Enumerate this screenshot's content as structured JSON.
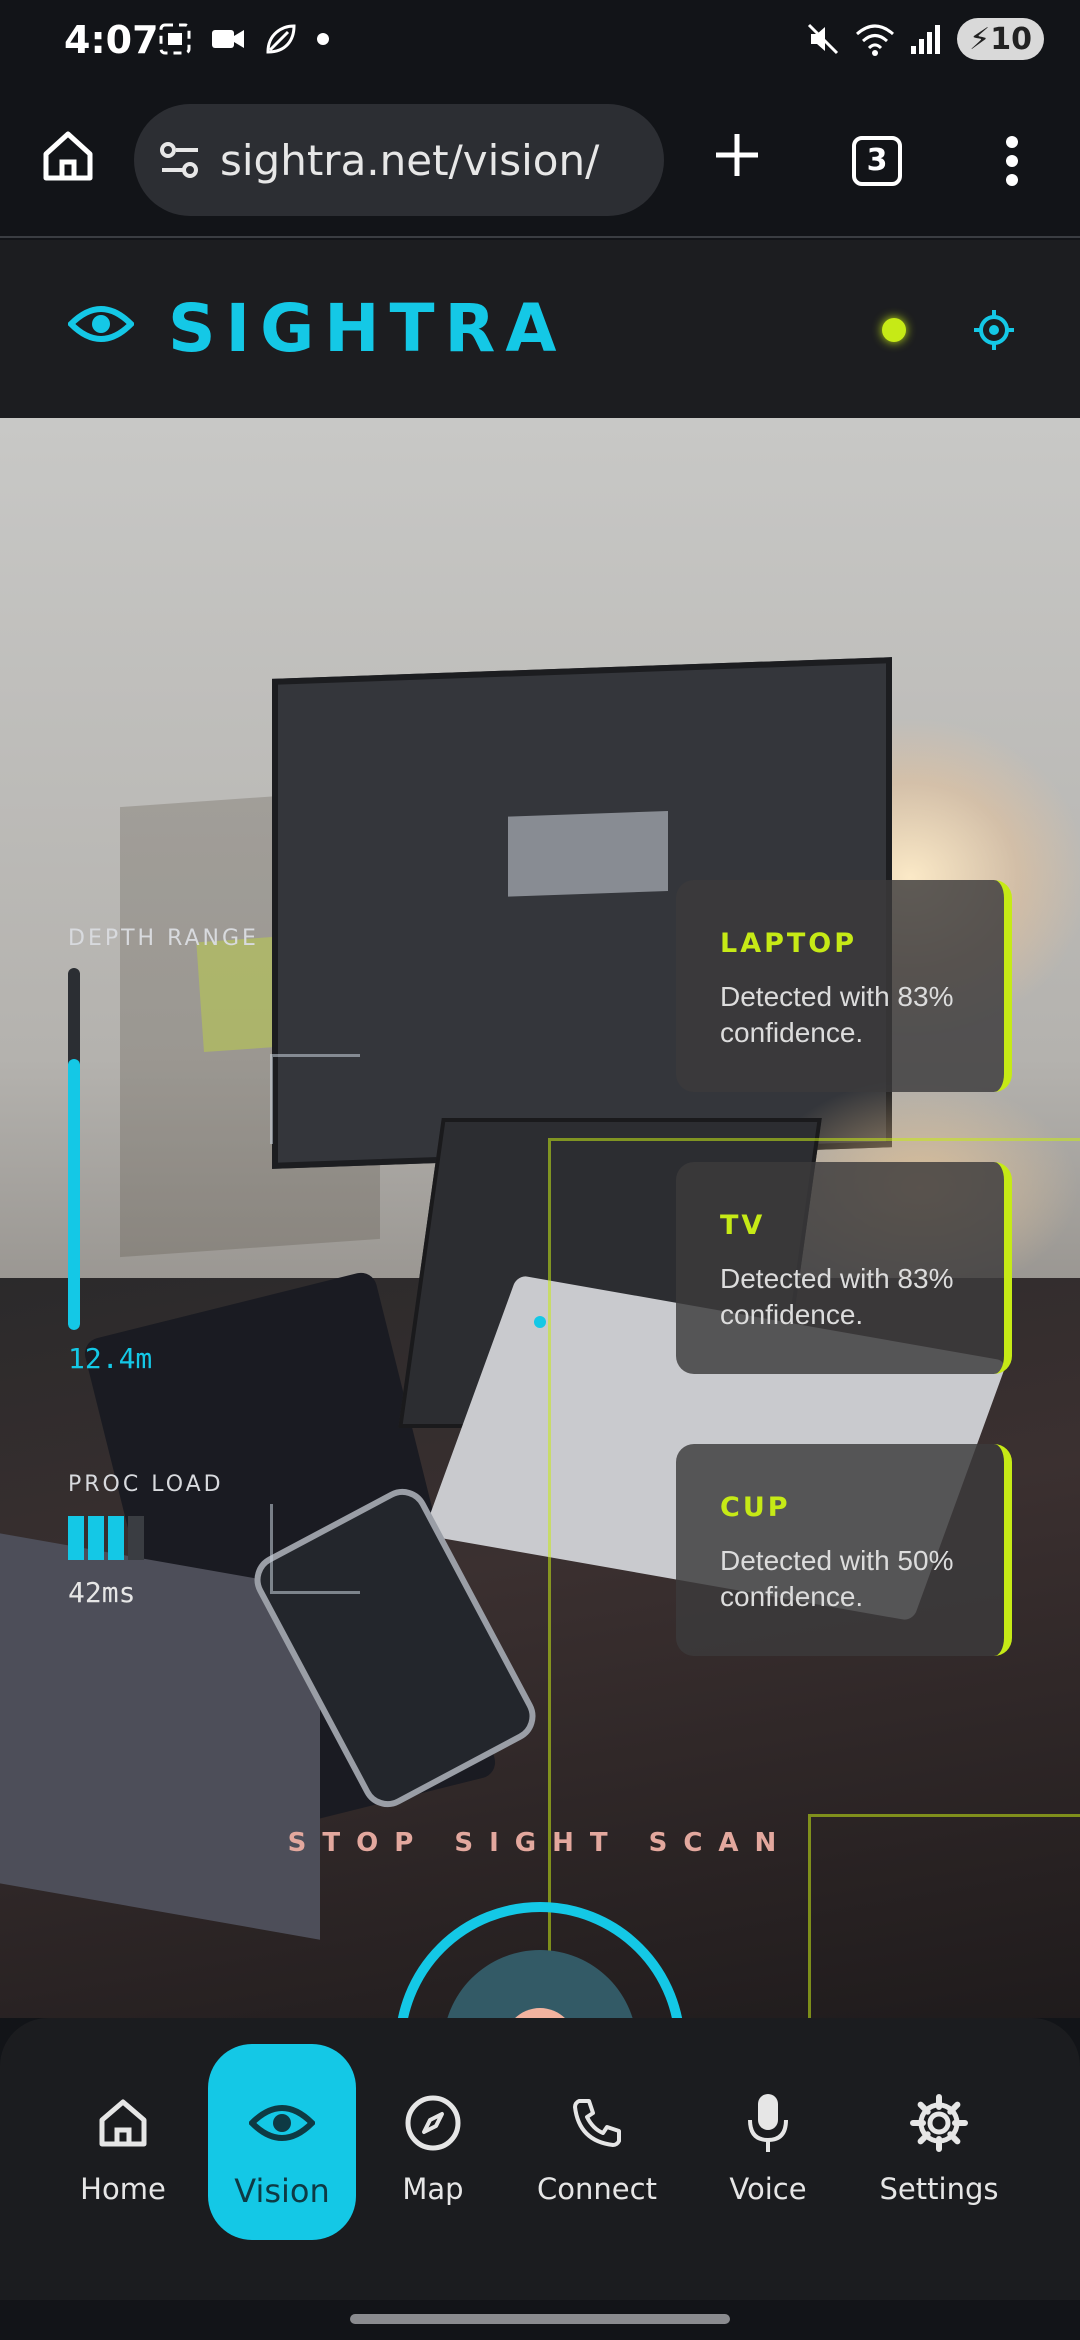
{
  "status_bar": {
    "time": "4:07",
    "battery": "10"
  },
  "browser": {
    "url": "sightra.net/vision/",
    "tab_count": "3"
  },
  "app": {
    "brand": "SIGHTRA",
    "status_color": "#c6ea16",
    "accent_color": "#14c8e6"
  },
  "hud": {
    "depth_label": "DEPTH RANGE",
    "depth_value": "12.4m",
    "depth_fill_fraction": 0.75,
    "load_label": "PROC LOAD",
    "load_value": "42ms",
    "load_level": 3,
    "load_max": 4
  },
  "detections": [
    {
      "title": "LAPTOP",
      "text": "Detected with 83% confidence."
    },
    {
      "title": "TV",
      "text": "Detected with 83% confidence."
    },
    {
      "title": "CUP",
      "text": "Detected with 50% confidence."
    }
  ],
  "scan": {
    "label": "STOP SIGHT SCAN"
  },
  "nav": {
    "items": [
      {
        "label": "Home",
        "icon": "home-icon"
      },
      {
        "label": "Vision",
        "icon": "eye-icon",
        "active": true
      },
      {
        "label": "Map",
        "icon": "compass-icon"
      },
      {
        "label": "Connect",
        "icon": "phone-icon"
      },
      {
        "label": "Voice",
        "icon": "microphone-icon"
      },
      {
        "label": "Settings",
        "icon": "gear-icon"
      }
    ]
  }
}
